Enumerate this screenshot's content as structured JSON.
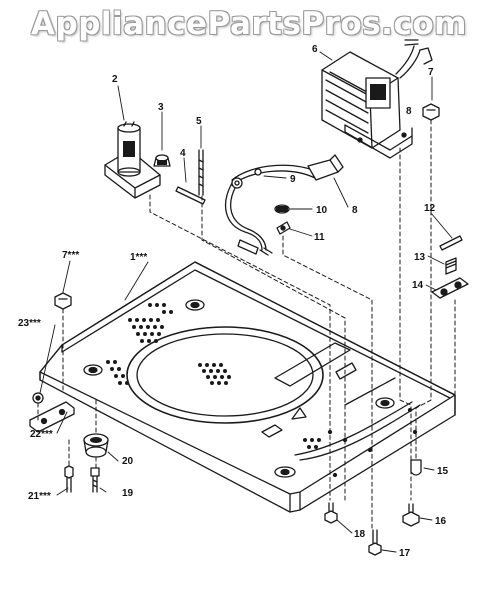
{
  "watermark": "AppliancePartsPros.com",
  "callouts": [
    {
      "id": "c1",
      "text": "1***"
    },
    {
      "id": "c2",
      "text": "2"
    },
    {
      "id": "c3",
      "text": "3"
    },
    {
      "id": "c4",
      "text": "4"
    },
    {
      "id": "c5",
      "text": "5"
    },
    {
      "id": "c6",
      "text": "6"
    },
    {
      "id": "c7a",
      "text": "7"
    },
    {
      "id": "c7b",
      "text": "7***"
    },
    {
      "id": "c8a",
      "text": "8"
    },
    {
      "id": "c8b",
      "text": "8"
    },
    {
      "id": "c9",
      "text": "9"
    },
    {
      "id": "c10",
      "text": "10"
    },
    {
      "id": "c11",
      "text": "11"
    },
    {
      "id": "c12",
      "text": "12"
    },
    {
      "id": "c13",
      "text": "13"
    },
    {
      "id": "c14",
      "text": "14"
    },
    {
      "id": "c15",
      "text": "15"
    },
    {
      "id": "c16",
      "text": "16"
    },
    {
      "id": "c17",
      "text": "17"
    },
    {
      "id": "c18",
      "text": "18"
    },
    {
      "id": "c19",
      "text": "19"
    },
    {
      "id": "c20",
      "text": "20"
    },
    {
      "id": "c21",
      "text": "21***"
    },
    {
      "id": "c22",
      "text": "22***"
    },
    {
      "id": "c23",
      "text": "23***"
    }
  ]
}
